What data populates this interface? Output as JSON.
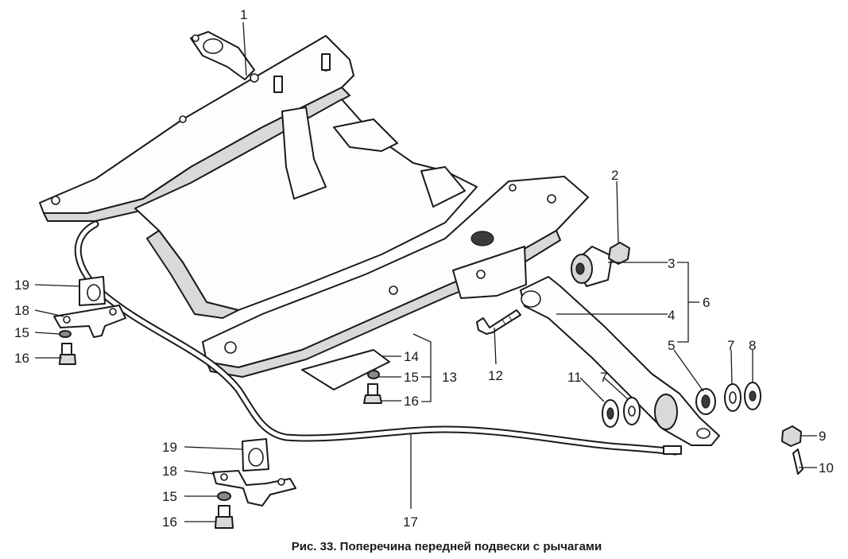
{
  "caption": "Рис. 33. Поперечина передней подвески с рычагами",
  "labels": [
    {
      "id": "1",
      "text": "1"
    },
    {
      "id": "2",
      "text": "2"
    },
    {
      "id": "3",
      "text": "3"
    },
    {
      "id": "4",
      "text": "4"
    },
    {
      "id": "5",
      "text": "5"
    },
    {
      "id": "6",
      "text": "6"
    },
    {
      "id": "7a",
      "text": "7"
    },
    {
      "id": "8",
      "text": "8"
    },
    {
      "id": "9",
      "text": "9"
    },
    {
      "id": "10",
      "text": "10"
    },
    {
      "id": "11",
      "text": "11"
    },
    {
      "id": "7b",
      "text": "7"
    },
    {
      "id": "12",
      "text": "12"
    },
    {
      "id": "13",
      "text": "13"
    },
    {
      "id": "14",
      "text": "14"
    },
    {
      "id": "15a",
      "text": "15"
    },
    {
      "id": "16a",
      "text": "16"
    },
    {
      "id": "17",
      "text": "17"
    },
    {
      "id": "19a",
      "text": "19"
    },
    {
      "id": "18a",
      "text": "18"
    },
    {
      "id": "15b",
      "text": "15"
    },
    {
      "id": "16b",
      "text": "16"
    },
    {
      "id": "19b",
      "text": "19"
    },
    {
      "id": "18b",
      "text": "18"
    },
    {
      "id": "15c",
      "text": "15"
    },
    {
      "id": "16c",
      "text": "16"
    }
  ]
}
